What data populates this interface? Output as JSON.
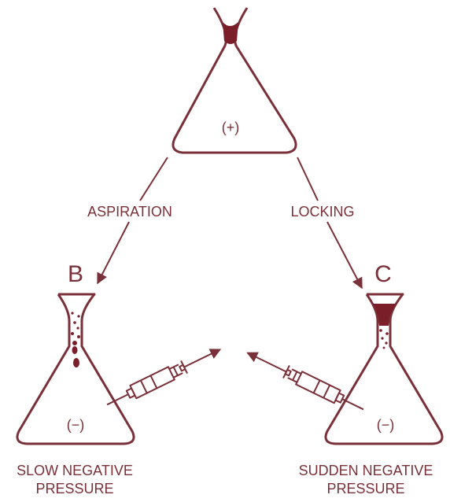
{
  "colors": {
    "ink": "#7a3038",
    "fill": "#7a1f2a",
    "background": "#ffffff"
  },
  "top_flask": {
    "sign": "(+)"
  },
  "edges": {
    "left_label": "ASPIRATION",
    "right_label": "LOCKING"
  },
  "flask_b": {
    "letter": "B",
    "sign": "(−)",
    "caption_line1": "SLOW NEGATIVE",
    "caption_line2": "PRESSURE"
  },
  "flask_c": {
    "letter": "C",
    "sign": "(−)",
    "caption_line1": "SUDDEN NEGATIVE",
    "caption_line2": "PRESSURE"
  },
  "icons": [
    "flask-icon",
    "syringe-icon",
    "arrow-icon"
  ]
}
